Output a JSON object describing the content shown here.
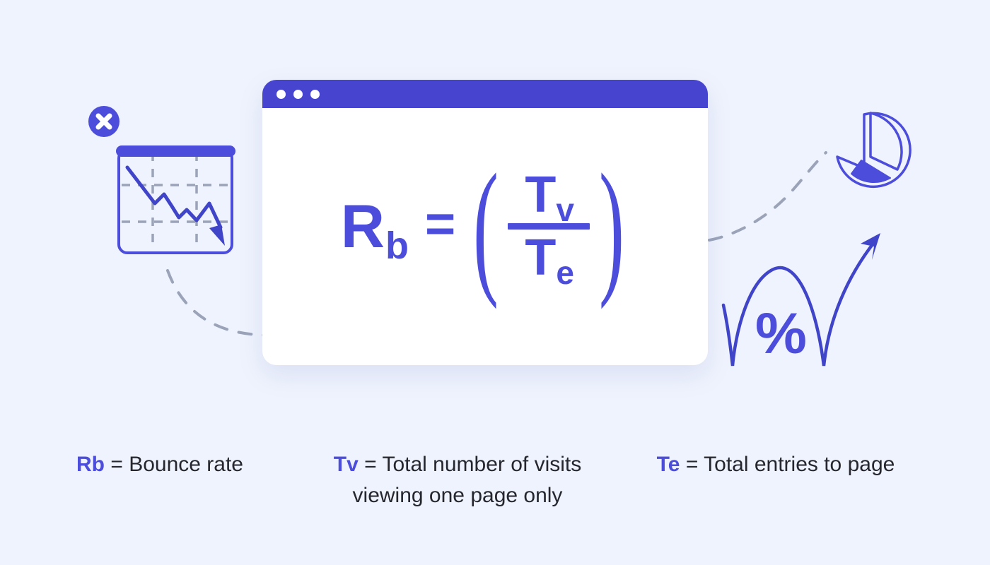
{
  "page": {
    "background_color": "#eff3fd",
    "accent_color": "#4c4ddb",
    "titlebar_color": "#4745d0",
    "text_color": "#26262e",
    "dashed_color": "#9aa3b8"
  },
  "card": {
    "titlebar": {
      "dots": [
        "window-dot-1",
        "window-dot-2",
        "window-dot-3"
      ]
    },
    "formula": {
      "lhs_base": "R",
      "lhs_sub": "b",
      "equals": "=",
      "paren_open": "(",
      "paren_close": ")",
      "numerator_base": "T",
      "numerator_sub": "v",
      "denominator_base": "T",
      "denominator_sub": "e",
      "plain_text": "Rb = (Tv / Te)"
    }
  },
  "icons": {
    "error_badge": "x-circle-icon",
    "declining_chart": "declining-chart-icon",
    "pie_chart": "pie-chart-icon",
    "percent": "%",
    "growth_arrow": "growth-arrow-icon",
    "connector_left": "dashed-connector-left",
    "connector_right": "dashed-connector-right"
  },
  "legend": {
    "items": [
      {
        "symbol": "Rb",
        "separator": "=",
        "line1": "Bounce rate",
        "line2": ""
      },
      {
        "symbol": "Tv",
        "separator": "=",
        "line1": "Total number of visits",
        "line2": "viewing one page only"
      },
      {
        "symbol": "Te",
        "separator": "=",
        "line1": "Total entries to page",
        "line2": ""
      }
    ]
  }
}
